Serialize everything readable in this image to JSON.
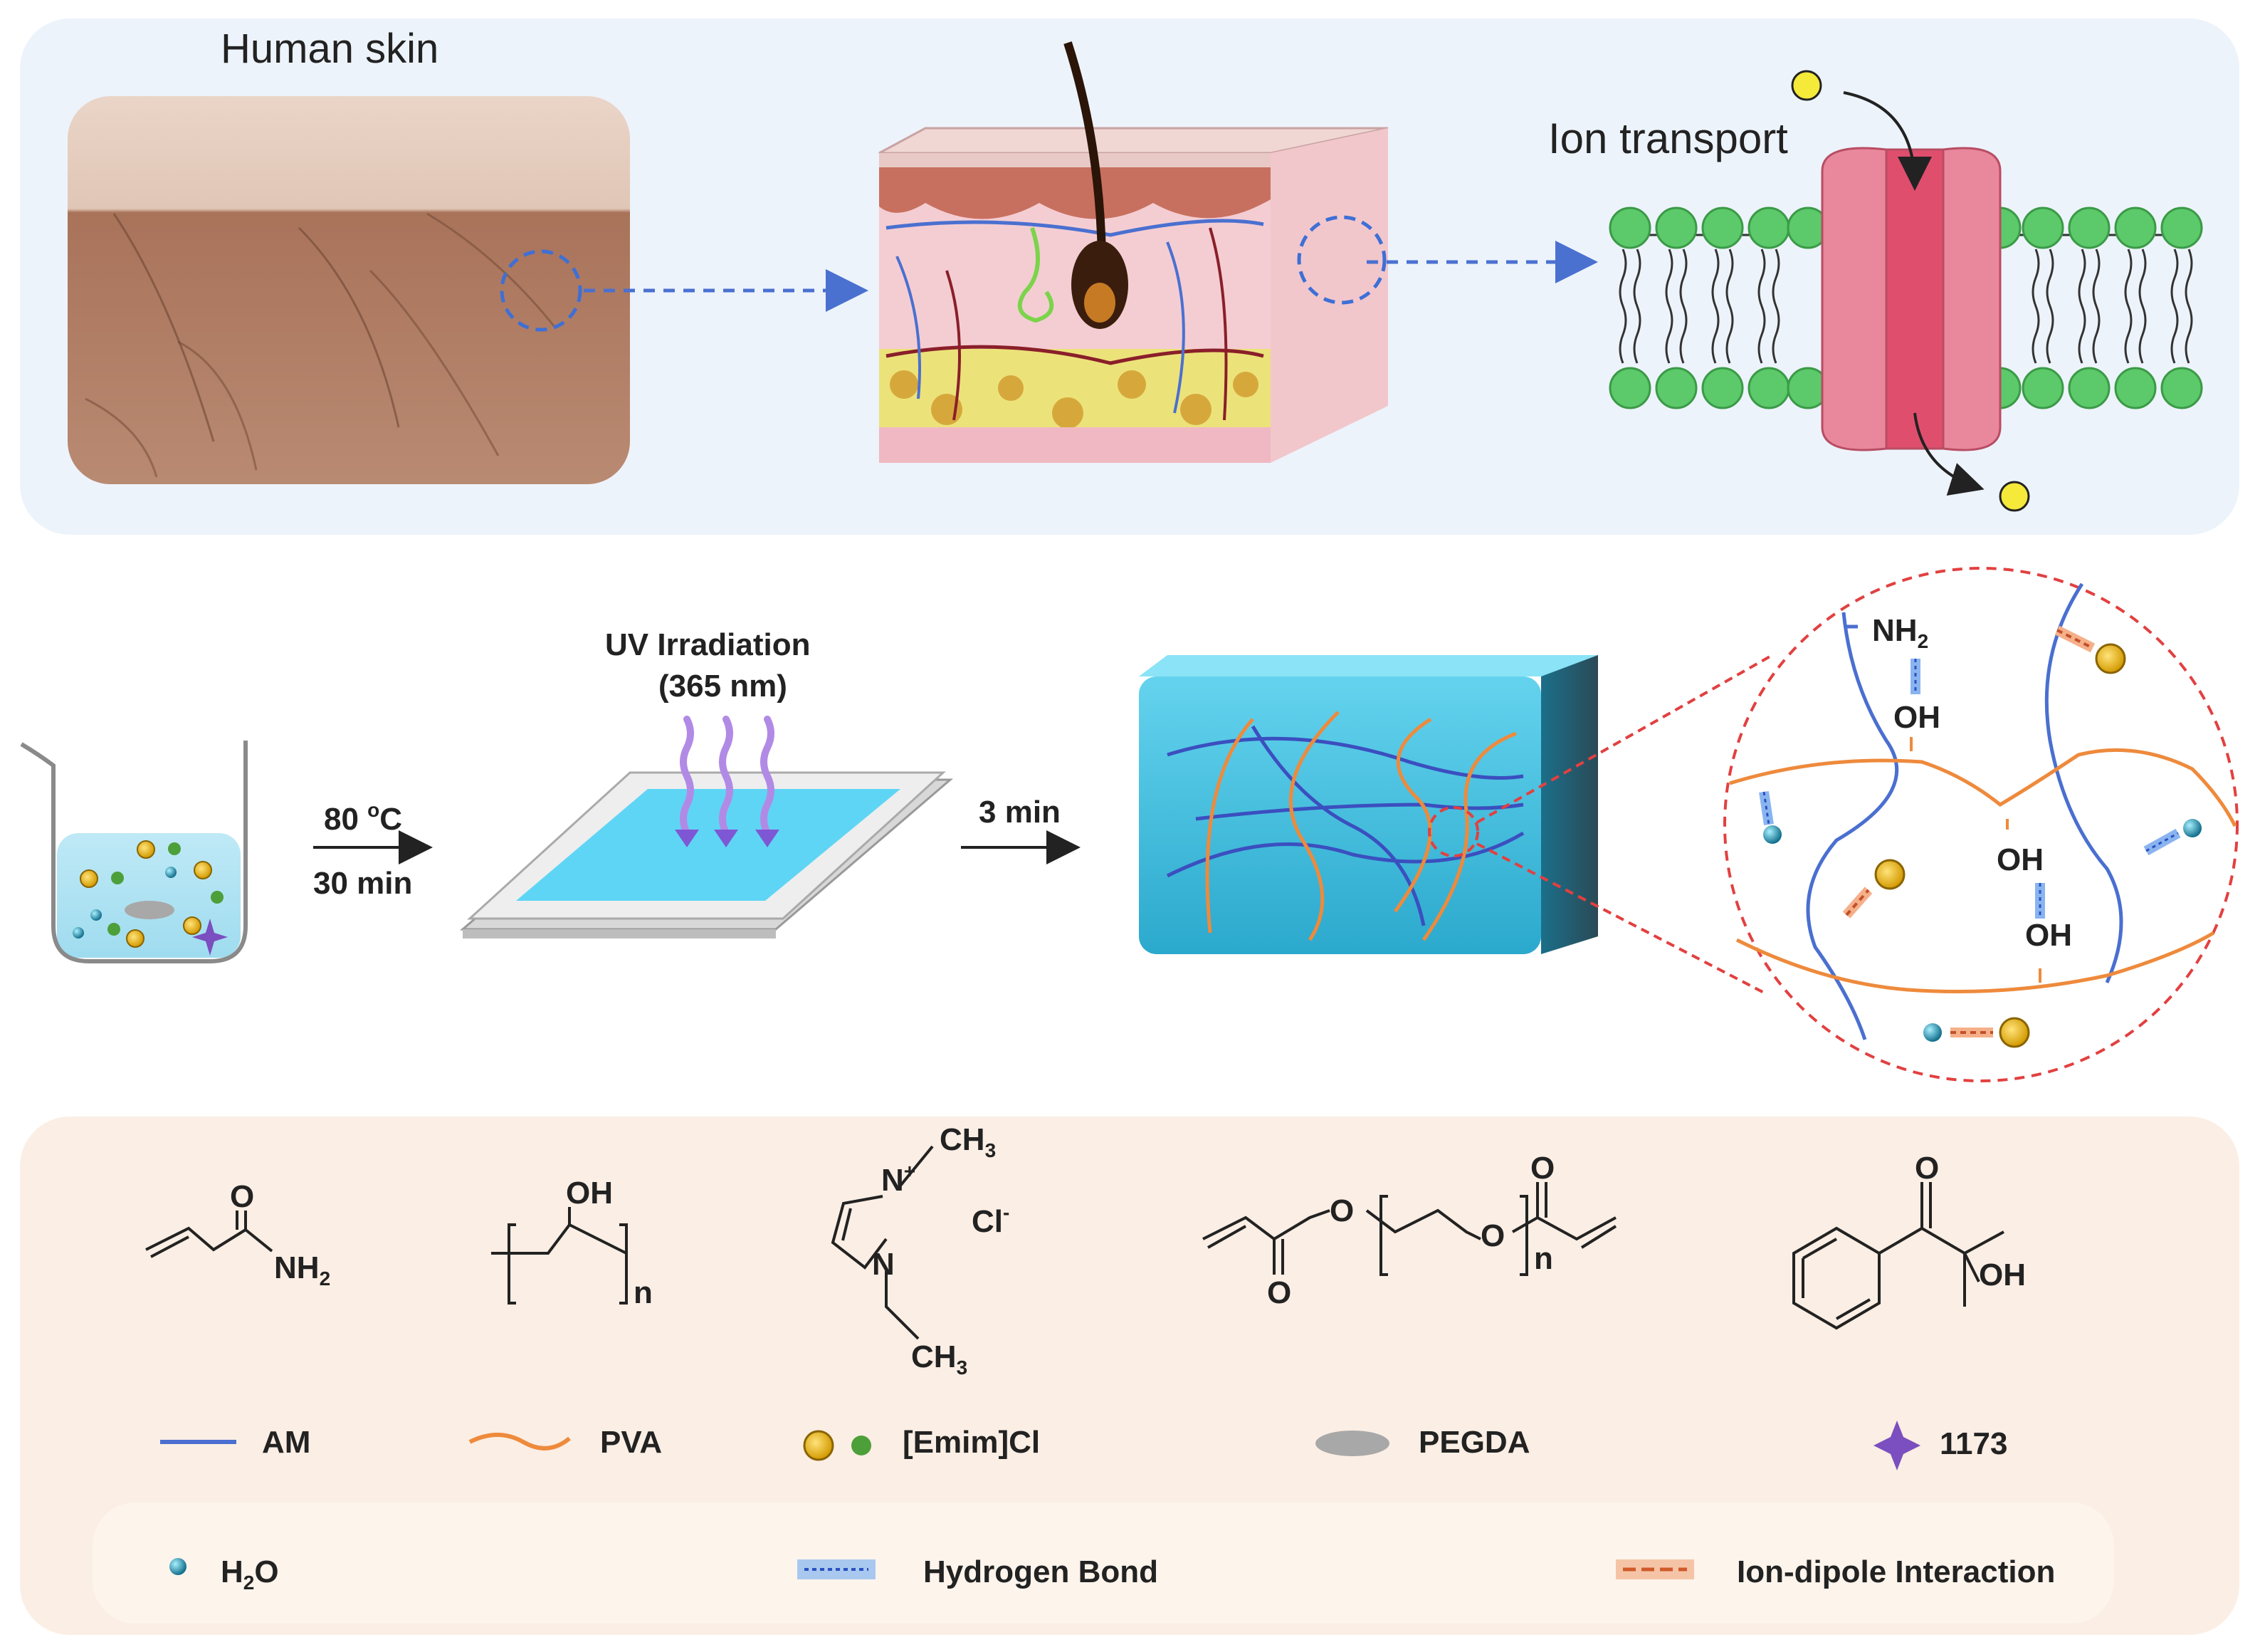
{
  "top": {
    "human_skin_title": "Human skin",
    "ion_transport_title": "Ion transport"
  },
  "process": {
    "step1_temp_value": "80 ",
    "step1_temp_unit_sup": "o",
    "step1_temp_unit": "C",
    "step1_time": "30 min",
    "uv_line1": "UV Irradiation",
    "uv_line2": "(365 nm)",
    "step2_time": "3 min"
  },
  "zoom_labels": {
    "nh2_base": "NH",
    "nh2_sub": "2",
    "oh1": "OH",
    "oh2": "OH",
    "oh3": "OH"
  },
  "chem": {
    "am_o": "O",
    "am_nh": "NH",
    "am_sub": "2",
    "pva_oh": "OH",
    "pva_n": "n",
    "emim_ch3_top": "CH",
    "emim_ch3_top_sub": "3",
    "emim_nplus": "N",
    "emim_plus": "+",
    "emim_n": "N",
    "emim_cl": "Cl",
    "emim_cl_sup": "-",
    "emim_ch3_bottom": "CH",
    "emim_ch3_bottom_sub": "3",
    "pegda_o_left": "O",
    "pegda_o_ester": "O",
    "pegda_o_right": "O",
    "pegda_o_top": "O",
    "pegda_n": "n",
    "i1173_o": "O",
    "i1173_oh": "OH"
  },
  "legend": {
    "am": "AM",
    "pva": "PVA",
    "emim": "[Emim]Cl",
    "pegda": "PEGDA",
    "i1173": "1173",
    "h2o_base": "H",
    "h2o_sub": "2",
    "h2o_end": "O",
    "hbond": "Hydrogen Bond",
    "iondipole": "Ion-dipole Interaction"
  },
  "colors": {
    "am_blue": "#4a6fd0",
    "pva_orange": "#ee8a3c",
    "cation_gold": "#e8b100",
    "anion_green": "#4d9f3a",
    "pegda_gray": "#a8a8a8",
    "initiator_purple": "#7b4fbf",
    "water_teal": "#1e7f9e",
    "gel_blue": "#5cc6e4",
    "channel_pink": "#e8708a",
    "lipid_green": "#5cc96a",
    "ion_yellow": "#f2e23c",
    "zoom_red": "#e24040"
  }
}
